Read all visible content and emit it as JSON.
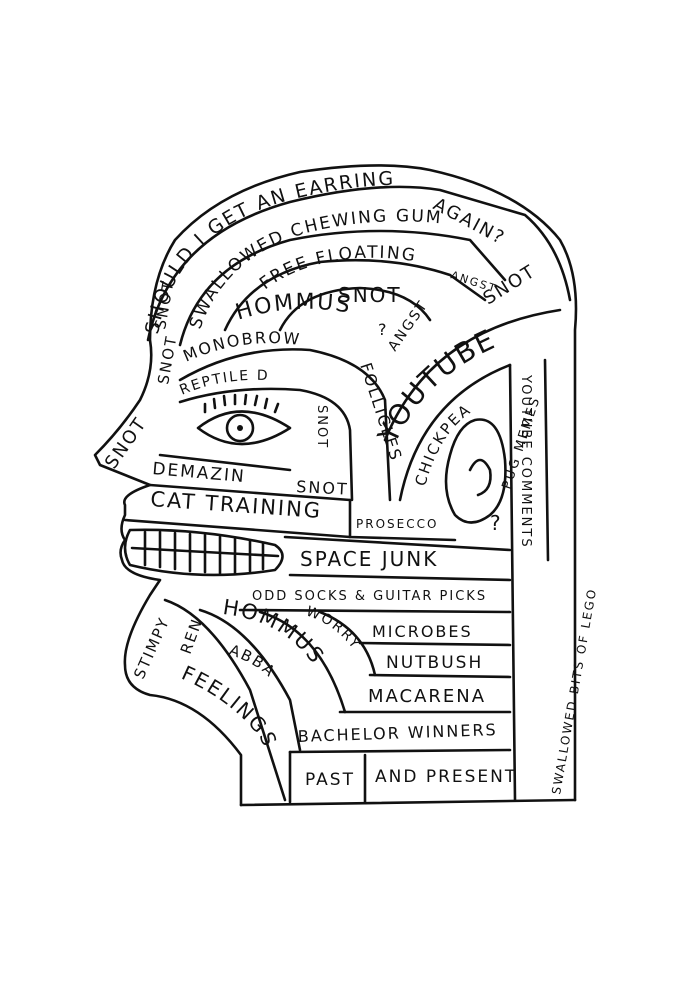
{
  "labels": {
    "should_i_get_an_earring": "SHOULD I GET AN EARRING",
    "again": "AGAIN?",
    "swallowed_chewing_gum": "SWALLOWED CHEWING GUM",
    "free_floating": "FREE FLOATING",
    "angst_top": "ANGST",
    "snot_right_top": "SNOT",
    "snot_crown": "SNOT",
    "question_crown": "?",
    "angst_mid": "ANGST",
    "hommus_top": "HOMMUS",
    "youtube": "YOUTUBE",
    "snot_back_left": "SNOT",
    "snot_forehead": "SNOT",
    "snot_brow": "SNOT",
    "monobrow": "MONOBROW",
    "follicles": "FOLLICLES",
    "reptile_dna": "REPTILE DNA",
    "snot_eye": "SNOT",
    "chickpeas": "CHICKPEAS",
    "pug_memes": "PUG MEMES",
    "youtube_comments": "YOUTUBE COMMENTS",
    "demazin": "DEMAZIN",
    "snot_cheek": "SNOT",
    "cat_training": "CAT TRAINING",
    "prosecco": "PROSECCO",
    "question_ear": "?",
    "space_junk": "SPACE JUNK",
    "odd_socks": "ODD SOCKS & GUITAR PICKS",
    "stimpy": "STIMPY",
    "ren": "REN",
    "hommus_jaw": "HOMMUS",
    "worry": "WORRY",
    "microbes": "MICROBES",
    "nutbush": "NUTBUSH",
    "abba": "ABBA",
    "macarena": "MACARENA",
    "feelings": "FEELINGS",
    "bachelor_winners": "BACHELOR WINNERS",
    "swallowed_lego": "SWALLOWED BITS OF LEGO",
    "past": "PAST",
    "and_present": "AND PRESENT"
  },
  "icons": {
    "eye": "eye-icon",
    "ear": "ear-icon",
    "mouth": "teeth-icon"
  },
  "colors": {
    "ink": "#111111",
    "paper": "#ffffff"
  }
}
